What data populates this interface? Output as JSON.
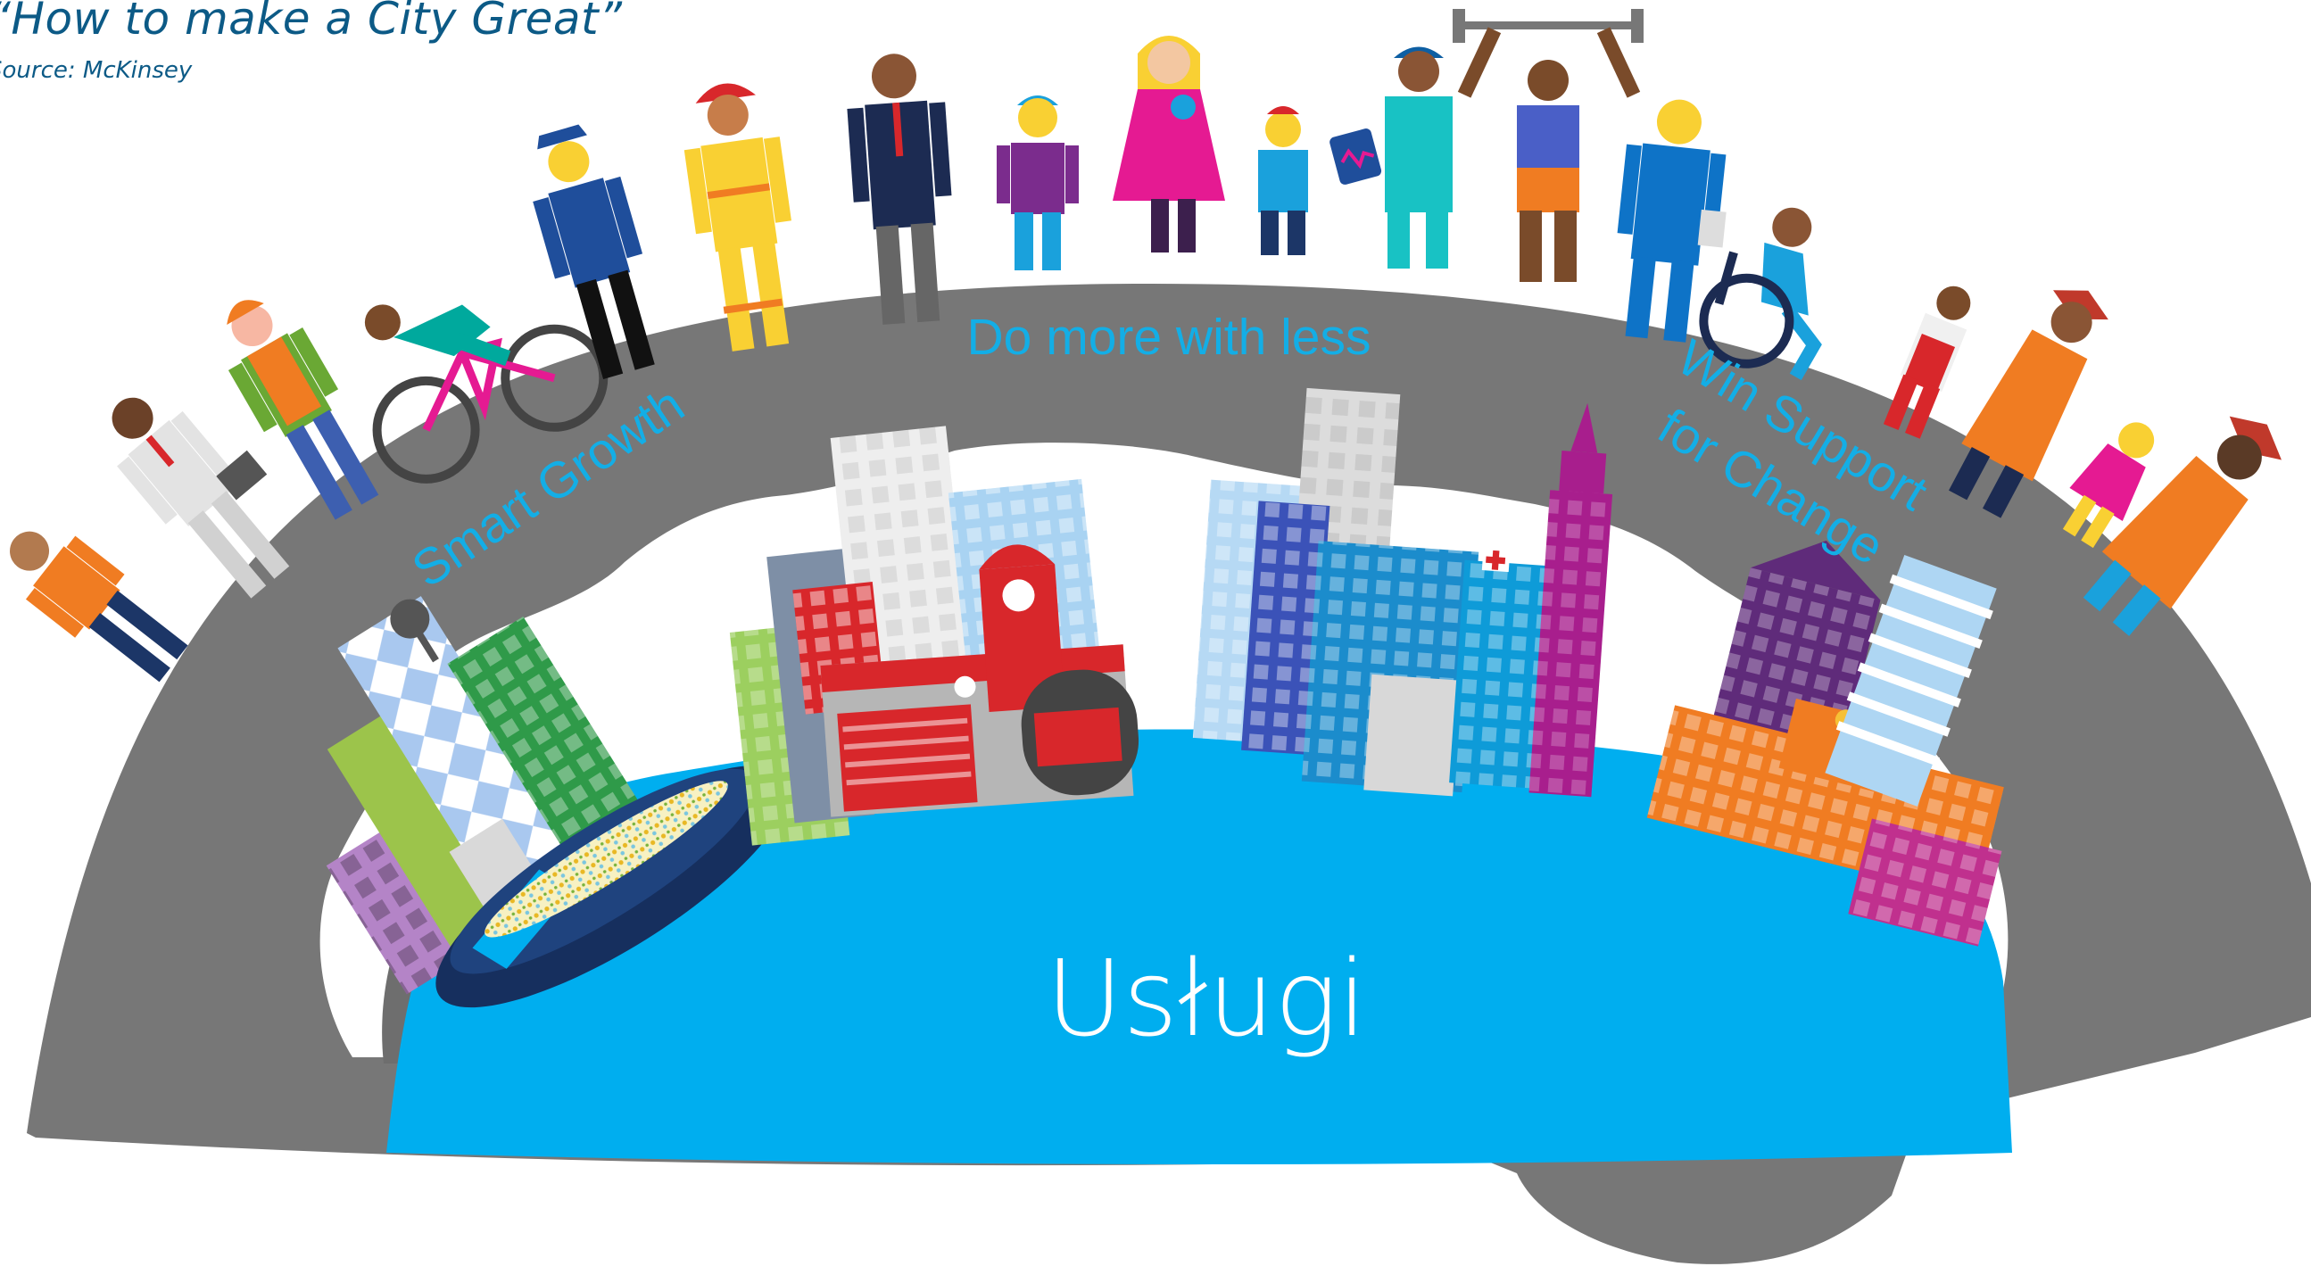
{
  "title": {
    "quote": "“How to make a City Great”",
    "source": "Source: McKinsey"
  },
  "themes": {
    "left": "Smart Growth",
    "top": "Do more with less",
    "right_line1": "Win Support",
    "right_line2": "for Change"
  },
  "center": {
    "label": "Usługi"
  },
  "colors": {
    "dome": "#777777",
    "dome_inner": "#6b6b6b",
    "cloud": "#ffffff",
    "water": "#00aeef",
    "theme_text": "#13aee6",
    "title_text": "#0c5a86",
    "center_text": "#ffffff"
  },
  "icons": {
    "people": [
      "elderly-person-icon",
      "businessman-icon",
      "construction-worker-icon",
      "cyclist-icon",
      "police-officer-icon",
      "firefighter-icon",
      "executive-icon",
      "child-icon",
      "mother-with-baby-icon",
      "girl-icon",
      "doctor-with-tablet-icon",
      "weightlifter-icon",
      "nurse-icon",
      "wheelchair-user-icon",
      "boy-icon",
      "graduate-icon",
      "little-girl-icon",
      "graduate-woman-icon"
    ],
    "buildings": [
      "stadium-icon",
      "skyscraper-cluster-icon",
      "fire-station-icon",
      "hospital-icon",
      "school-icon",
      "apartment-tower-icon"
    ]
  }
}
